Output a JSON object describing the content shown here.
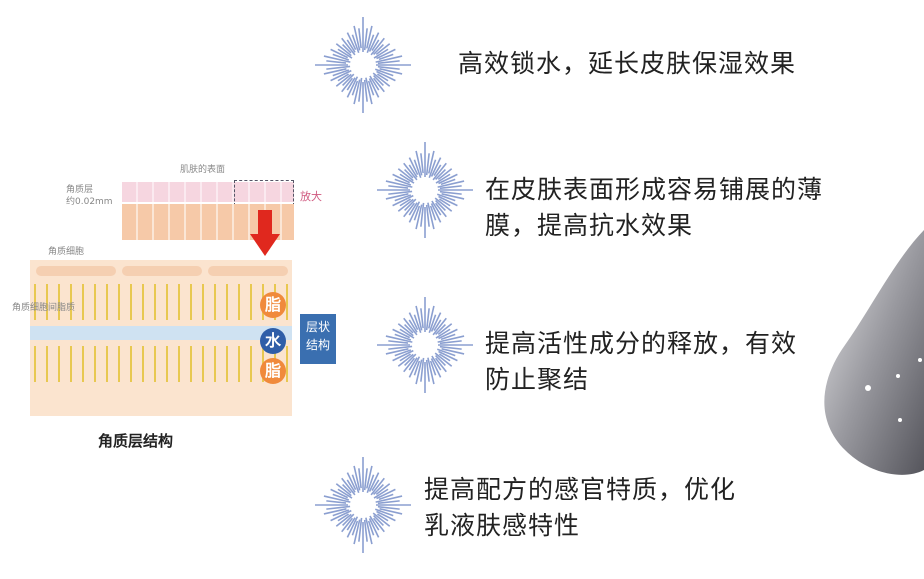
{
  "features": [
    {
      "lines": [
        "高效锁水，延长皮肤保湿效果"
      ]
    },
    {
      "lines": [
        "在皮肤表面形成容易铺展的薄",
        "膜，提高抗水效果"
      ]
    },
    {
      "lines": [
        "提高活性成分的释放，有效",
        "防止聚结"
      ]
    },
    {
      "lines": [
        "提高配方的感官特质，优化",
        "乳液肤感特性"
      ]
    }
  ],
  "diagram": {
    "skin_surface": "肌肤的表面",
    "stratum_label": "角质层",
    "thickness": "约0.02mm",
    "magnify": "放大",
    "corneocyte": "角质细胞",
    "intercellular_lipid": "角质细胞间脂质",
    "lipid_top": "脂",
    "water": "水",
    "lipid_bottom": "脂",
    "lamellar": "层状结构",
    "caption": "角质层结构"
  },
  "colors": {
    "starburst": "#8b9fd0",
    "arrow": "#e0281e",
    "lipid_badge": "#f08a3c",
    "water_badge": "#2f5ea8",
    "lamellar_box": "#3a6fb0"
  }
}
